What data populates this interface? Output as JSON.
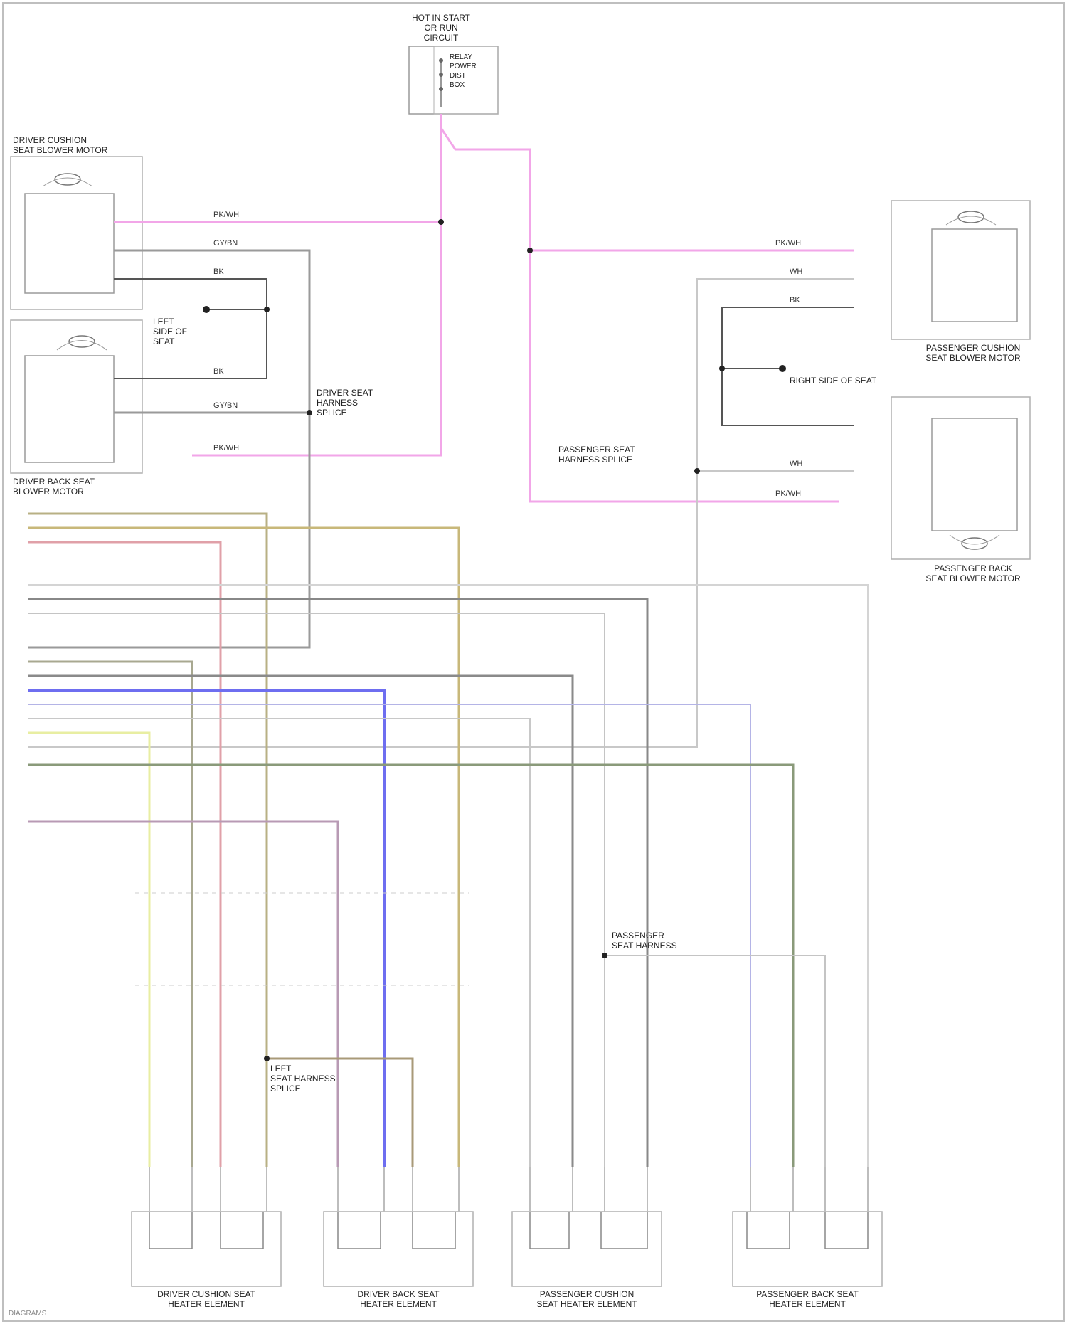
{
  "colors": {
    "background": "#ffffff",
    "border": "#bfbfbf",
    "component": "#9a9a9a",
    "wire_pink": "#f2a6e8",
    "wire_olive": "#b8b084",
    "wire_gray": "#8a8a8a",
    "wire_lightgray": "#c4c4c4",
    "wire_red": "#e0a0a8",
    "wire_tan": "#c8b87a",
    "wire_blue": "#6e6ef0",
    "wire_lightblue": "#b4b4e6",
    "wire_yellow": "#e8eea2",
    "wire_green": "#8a9a7a",
    "wire_purple": "#b89ab4"
  },
  "labels": {
    "hot_in_run": "HOT IN START\nOR RUN\nCIRCUIT",
    "relay_note": "RELAY\nPOWER\nDIST\nBOX",
    "driver_cushion_motor": "DRIVER CUSHION\nSEAT BLOWER MOTOR",
    "driver_back_motor": "DRIVER BACK SEAT\nBLOWER MOTOR",
    "passenger_cushion_motor": "PASSENGER CUSHION\nSEAT BLOWER MOTOR",
    "passenger_back_motor": "PASSENGER BACK\nSEAT BLOWER MOTOR",
    "splice_left": "DRIVER SEAT\nHARNESS\nSPLICE",
    "splice_right": "PASSENGER SEAT\nHARNESS SPLICE",
    "splice_bottom_left": "LEFT\nSEAT HARNESS\nSPLICE",
    "splice_bottom_right": "PASSENGER\nSEAT HARNESS",
    "ground_left": "LEFT\nSIDE OF\nSEAT",
    "ground_right": "RIGHT SIDE OF SEAT",
    "heater_1": "DRIVER CUSHION SEAT\nHEATER ELEMENT",
    "heater_2": "DRIVER BACK SEAT\nHEATER ELEMENT",
    "heater_3": "PASSENGER CUSHION\nSEAT HEATER ELEMENT",
    "heater_4": "PASSENGER BACK SEAT\nHEATER ELEMENT",
    "footer": "DIAGRAMS"
  },
  "wire_labels": {
    "pk1": "PK/WH",
    "gy1": "GY/BN",
    "bk1": "BK",
    "pk2": "PK/WH",
    "gy2": "GY/BN",
    "bk2": "BK",
    "pk3": "PK/WH",
    "wh1": "WH",
    "bk3": "BK",
    "wh2": "WH",
    "pk4": "PK/WH"
  }
}
